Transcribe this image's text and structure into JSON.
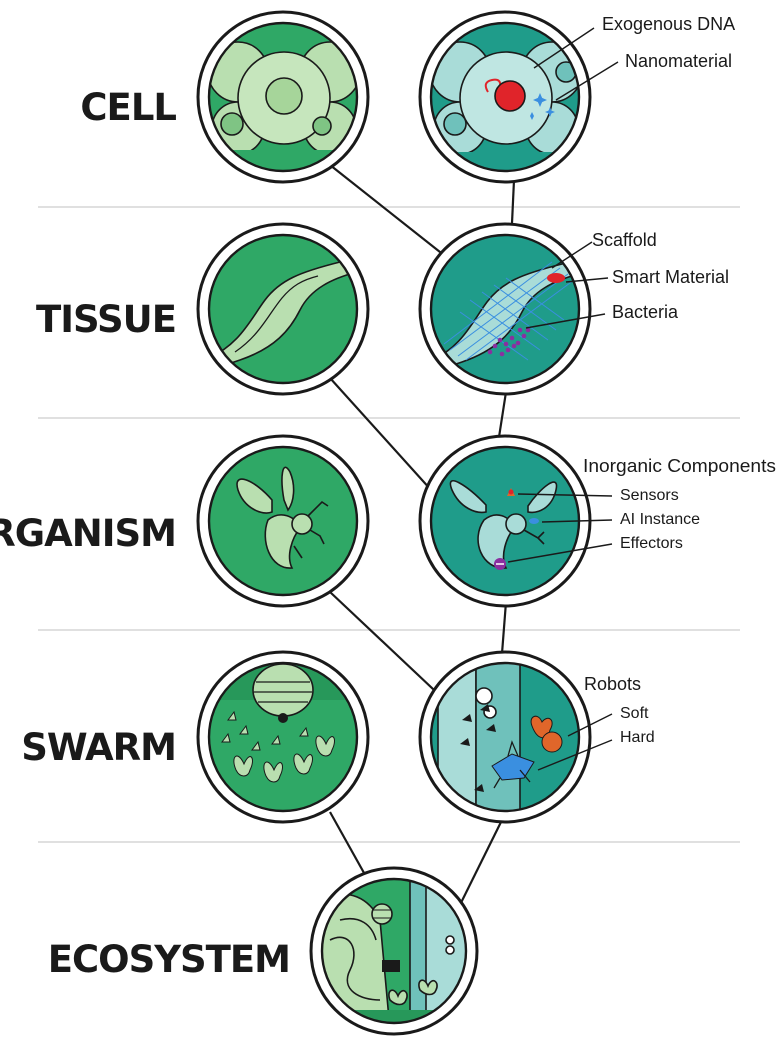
{
  "levels": {
    "cell": "CELL",
    "tissue": "TISSUE",
    "organism": "ORGANISM",
    "swarm": "SWARM",
    "ecosystem": "ECOSYSTEM"
  },
  "annotations": {
    "exogenous_dna": "Exogenous DNA",
    "nanomaterial": "Nanomaterial",
    "scaffold": "Scaffold",
    "smart_material": "Smart Material",
    "bacteria": "Bacteria",
    "inorganic_components": "Inorganic Components",
    "sensors": "Sensors",
    "ai_instance": "AI Instance",
    "effectors": "Effectors",
    "robots": "Robots",
    "soft": "Soft",
    "hard": "Hard"
  },
  "colors": {
    "natural_green": "#2fa866",
    "engineered_teal": "#1f9c8a",
    "pale_green": "#b9dfb0",
    "pale_teal": "#a9dcd8",
    "dna_red": "#e0242a",
    "scaffold_blue": "#3a8fe0",
    "bacteria_purple": "#8a2fa0",
    "robot_orange": "#e0662a"
  }
}
